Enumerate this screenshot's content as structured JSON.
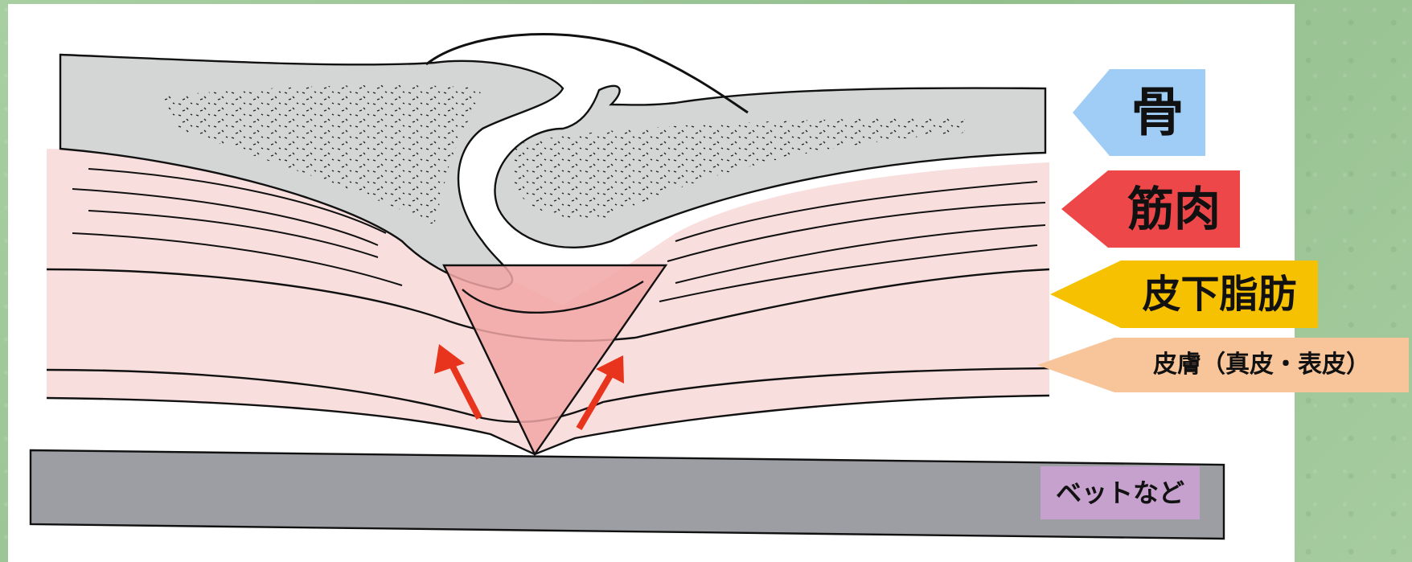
{
  "labels": {
    "bone": {
      "text": "骨",
      "color": "#9fcdf6"
    },
    "muscle": {
      "text": "筋肉",
      "color": "#ee4749"
    },
    "subcutaneous_fat": {
      "text": "皮下脂肪",
      "color": "#f5c100"
    },
    "skin": {
      "text": "皮膚（真皮・表皮）",
      "color": "#f8c59a"
    },
    "bed": {
      "text": "ベットなど",
      "color": "#c6a1ce"
    }
  },
  "colors": {
    "bone_fill": "#d4d6d6",
    "tissue_fill": "#f9dede",
    "pressure_wedge": "#f2a6a6",
    "force_arrow": "#e8341c",
    "bed_surface": "#9c9ea3",
    "outline": "#111111"
  }
}
